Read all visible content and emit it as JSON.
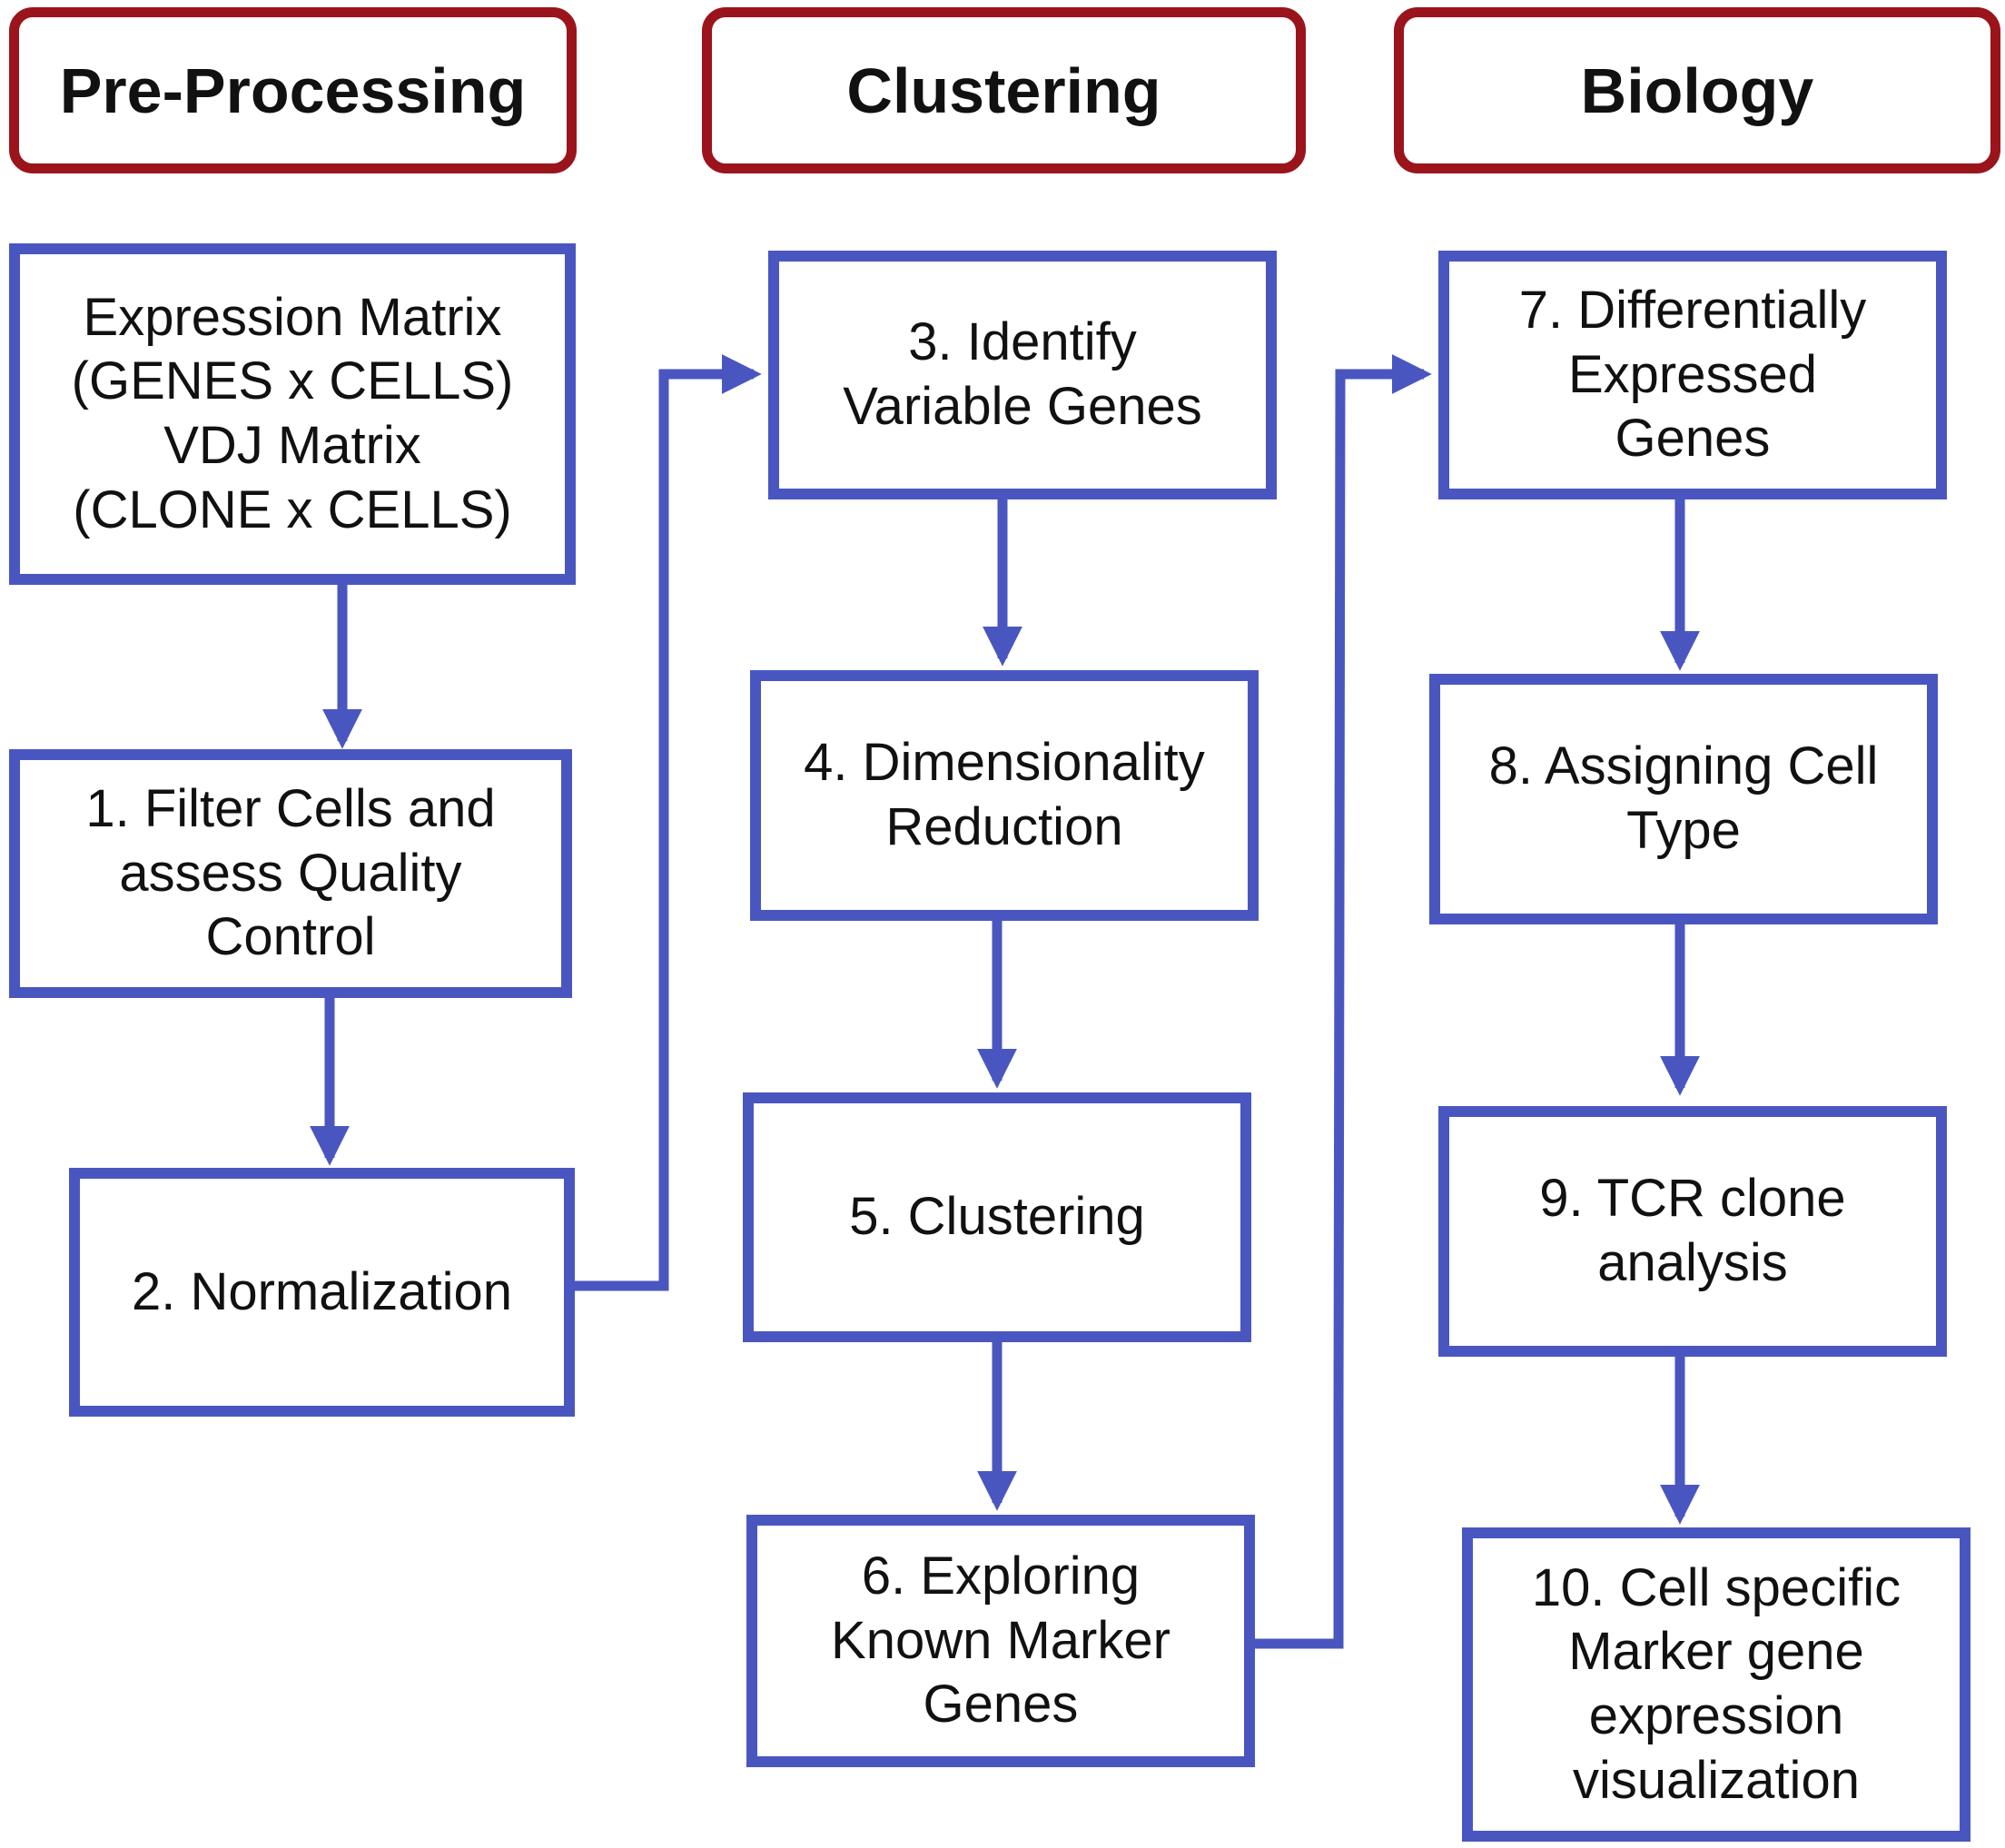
{
  "colors": {
    "header_border": "#9b141c",
    "box_border": "#4a56c0",
    "text": "#111111",
    "background": "#ffffff"
  },
  "headers": {
    "preprocessing": "Pre-Processing",
    "clustering": "Clustering",
    "biology": "Biology"
  },
  "steps": {
    "input": "Expression Matrix\n(GENES x CELLS)\nVDJ Matrix\n(CLONE x CELLS)",
    "s1": "1.     Filter Cells and\nassess Quality\nControl",
    "s2": "2. Normalization",
    "s3": "3. Identify\nVariable Genes",
    "s4": "4. Dimensionality\nReduction",
    "s5": "5. Clustering",
    "s6": "6. Exploring\nKnown Marker\nGenes",
    "s7": "7. Differentially\nExpressed\nGenes",
    "s8": "8. Assigning Cell\nType",
    "s9": "9. TCR clone\nanalysis",
    "s10": "10. Cell specific\nMarker gene\nexpression\nvisualization"
  }
}
